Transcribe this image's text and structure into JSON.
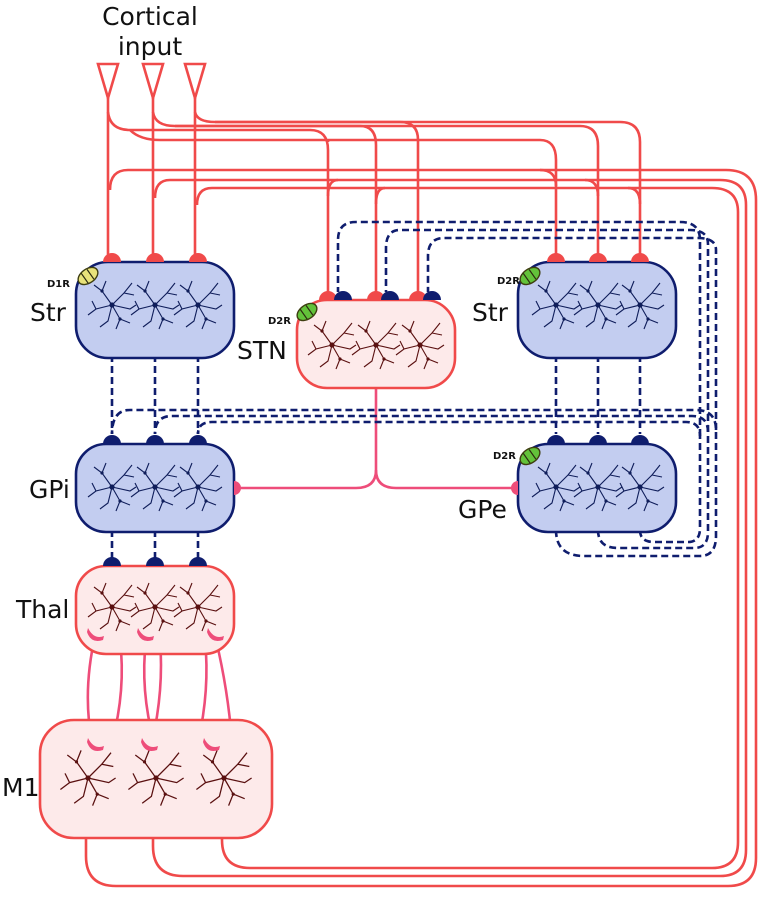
{
  "title_lines": [
    "Cortical",
    "input"
  ],
  "regions": {
    "str_d1": "Str",
    "stn": "STN",
    "str_d2": "Str",
    "gpi": "GPi",
    "gpe": "GPe",
    "thal": "Thal",
    "m1": "M1"
  },
  "receptors": {
    "d1": "D1R",
    "d2_stn": "D2R",
    "d2_str": "D2R",
    "d2_gpe": "D2R"
  },
  "colors": {
    "excitatory": "#f04a4a",
    "inhibitory": "#0f1d6e",
    "modulatory": "#ee4d7a",
    "inhibitory_fill": "#c3cdf0",
    "excitatory_fill": "#fdeaea",
    "d1_receptor": "#e8e27a",
    "d2_receptor": "#63c23a",
    "neuron_dark": "#0f1d5a",
    "neuron_red": "#5a1010"
  }
}
